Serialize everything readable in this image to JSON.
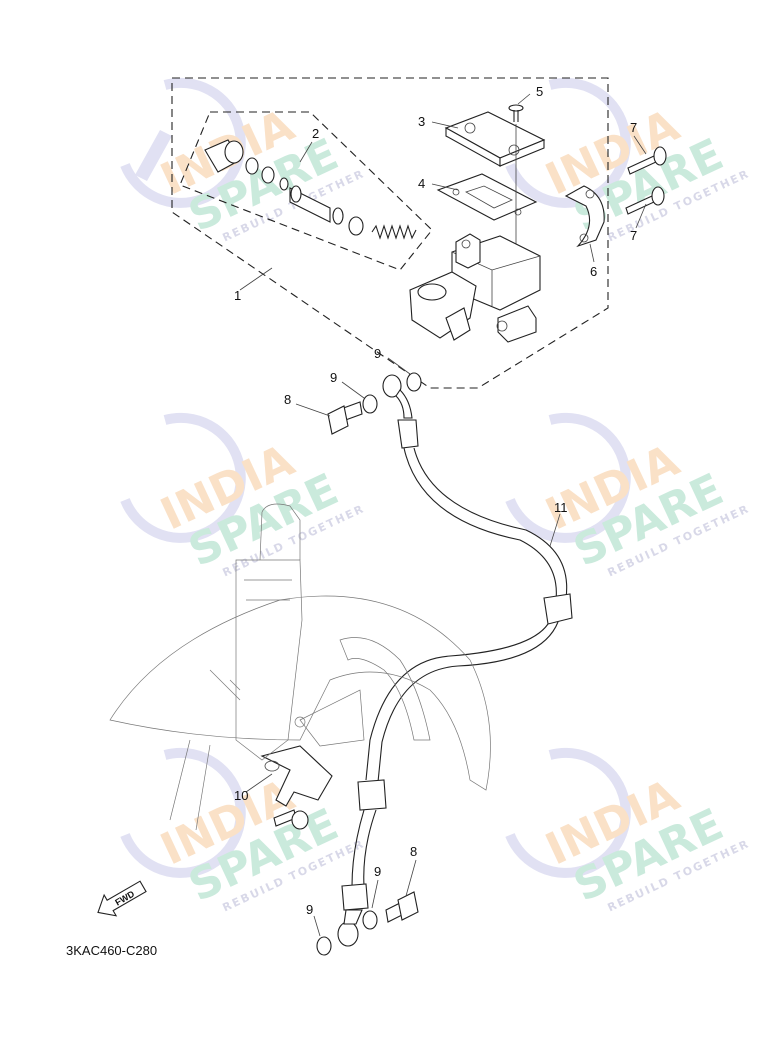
{
  "diagram": {
    "code": "3KAC460-C280",
    "fwd_label": "FWD",
    "callouts": {
      "c1": "1",
      "c2": "2",
      "c3": "3",
      "c4": "4",
      "c5": "5",
      "c6": "6",
      "c7a": "7",
      "c7b": "7",
      "c8a": "8",
      "c8b": "8",
      "c9a": "9",
      "c9b": "9",
      "c9c": "9",
      "c9d": "9",
      "c10": "10",
      "c11": "11"
    }
  },
  "watermark": {
    "line1": "INDIA",
    "line2": "SPARE",
    "tagline": "REBUILD TOGETHER",
    "colors": {
      "india": "#f6c89a",
      "spare": "#9fd9c0",
      "tagline": "#b8b8d6",
      "logo": "#c8c8ea"
    }
  }
}
